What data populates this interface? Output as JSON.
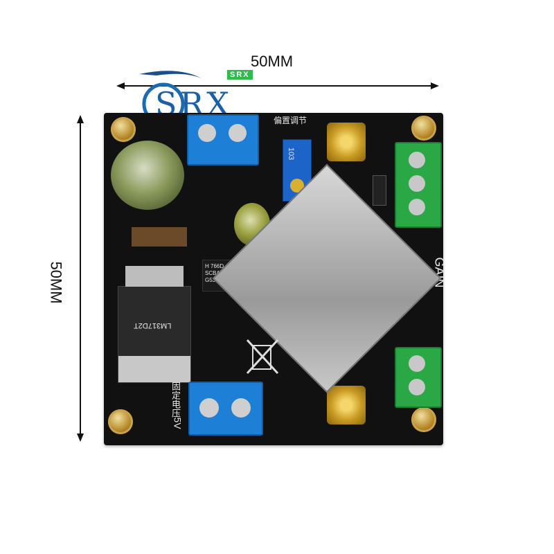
{
  "dimensions": {
    "width_label": "50MM",
    "height_label": "50MM"
  },
  "logo": {
    "text": "SRX",
    "badge": "SRX"
  },
  "board": {
    "color": "#111111",
    "labels": {
      "bias_adjust": "偏置调节",
      "gain": "GAIN",
      "fixed_voltage": "固定电压",
      "voltage_5v": "5V",
      "regulator": "LM317D2T",
      "chip_mark_1": "H 766D",
      "chip_mark_2": "SCBA",
      "chip_mark_3": "G539",
      "pot_mark": "103"
    }
  }
}
